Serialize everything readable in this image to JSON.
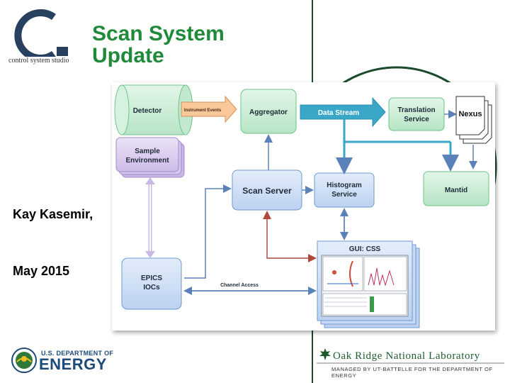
{
  "slide": {
    "title_line1": "Scan System",
    "title_line2": "Update",
    "author": "Kay Kasemir,",
    "date": "May 2015"
  },
  "logos": {
    "css_text": "control system studio",
    "doe_top": "U.S. DEPARTMENT OF",
    "doe_energy": "ENERGY",
    "ornl_name": "Oak Ridge National Laboratory",
    "ornl_sub": "MANAGED BY UT-BATTELLE FOR THE DEPARTMENT OF ENERGY"
  },
  "diagram": {
    "detector": "Detector",
    "instrument_events": "Instrument Events",
    "aggregator": "Aggregator",
    "data_stream": "Data Stream",
    "translation_1": "Translation",
    "translation_2": "Service",
    "nexus": "Nexus",
    "sample_1": "Sample",
    "sample_2": "Environment",
    "scan_server": "Scan Server",
    "histogram_1": "Histogram",
    "histogram_2": "Service",
    "mantid": "Mantid",
    "gui": "GUI: CSS",
    "epics_1": "EPICS",
    "epics_2": "IOCs",
    "channel_access": "Channel Access"
  },
  "colors": {
    "title_green": "#1f8a3a",
    "green_box": "#c8ecd3",
    "green_border": "#6cc489",
    "blue_box": "#cfdff5",
    "blue_border": "#6f98d3",
    "purple_box": "#ddd0ef",
    "purple_border": "#a388cc",
    "data_stream": "#3aa7c9",
    "arrow_blue": "#5b82b8",
    "arrow_red": "#b0483c",
    "doe_blue": "#1b4a7a"
  }
}
